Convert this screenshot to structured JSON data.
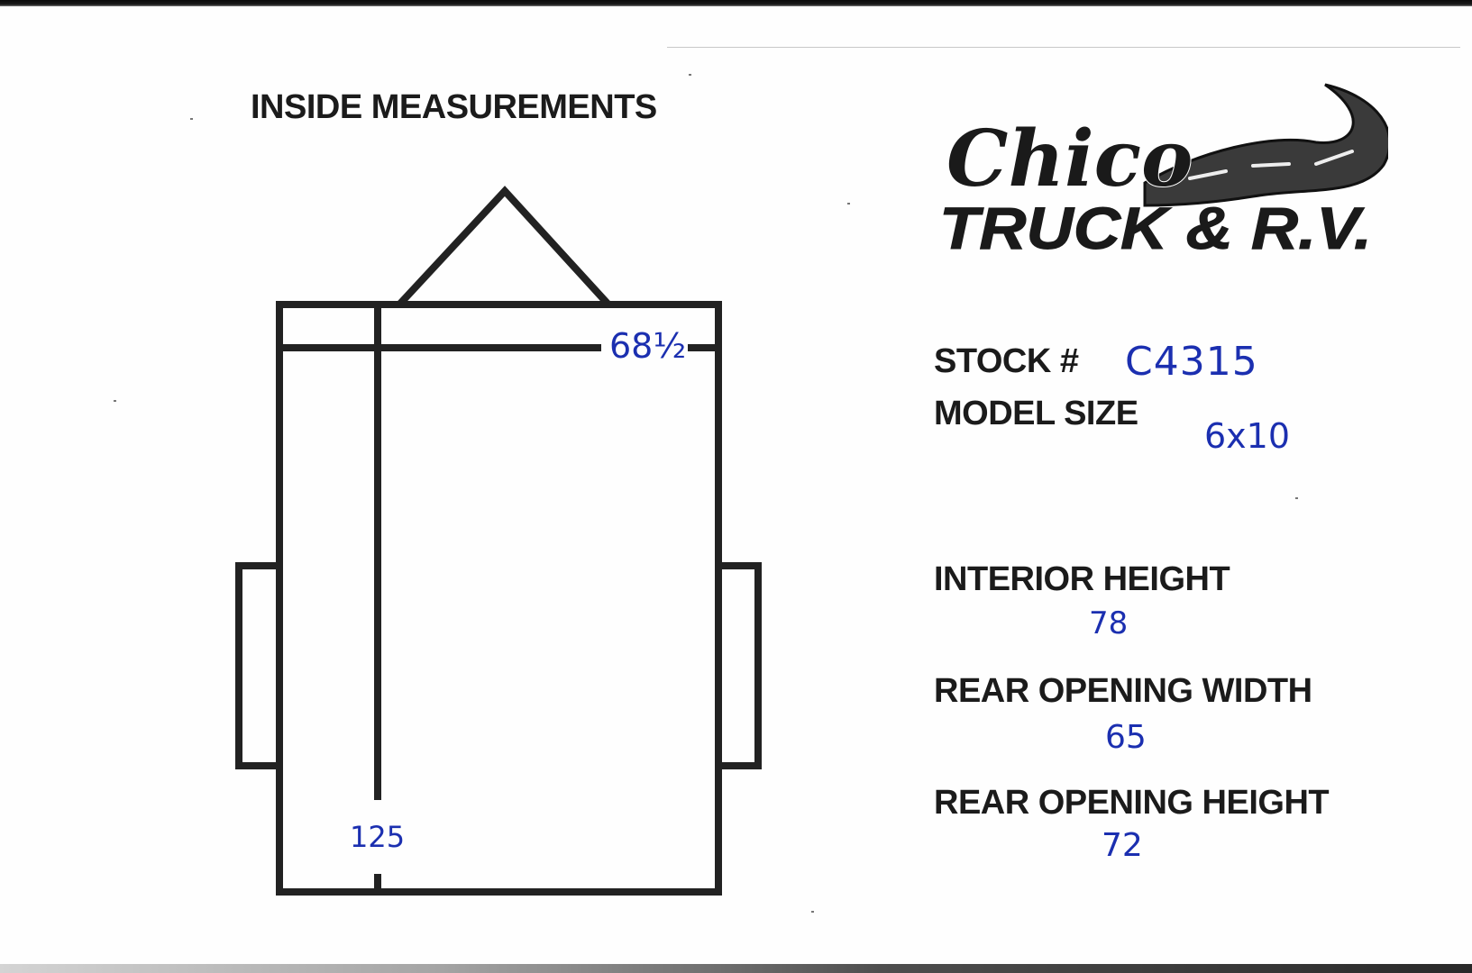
{
  "document": {
    "title": "INSIDE MEASUREMENTS",
    "logo": {
      "line1": "Chico",
      "line2": "TRUCK & R.V.",
      "icon": "road-swoosh-icon"
    },
    "diagram": {
      "width_measurement": "68½",
      "length_measurement": "125"
    },
    "fields": {
      "stock_label": "STOCK #",
      "stock_value": "C4315",
      "model_size_label": "MODEL SIZE",
      "model_size_value": "6x10",
      "interior_height_label": "INTERIOR HEIGHT",
      "interior_height_value": "78",
      "rear_opening_width_label": "REAR OPENING WIDTH",
      "rear_opening_width_value": "65",
      "rear_opening_height_label": "REAR OPENING HEIGHT",
      "rear_opening_height_value": "72"
    },
    "colors": {
      "ink": "#1b1b1b",
      "handwriting": "#1b2fb0",
      "paper": "#fefefe"
    }
  }
}
